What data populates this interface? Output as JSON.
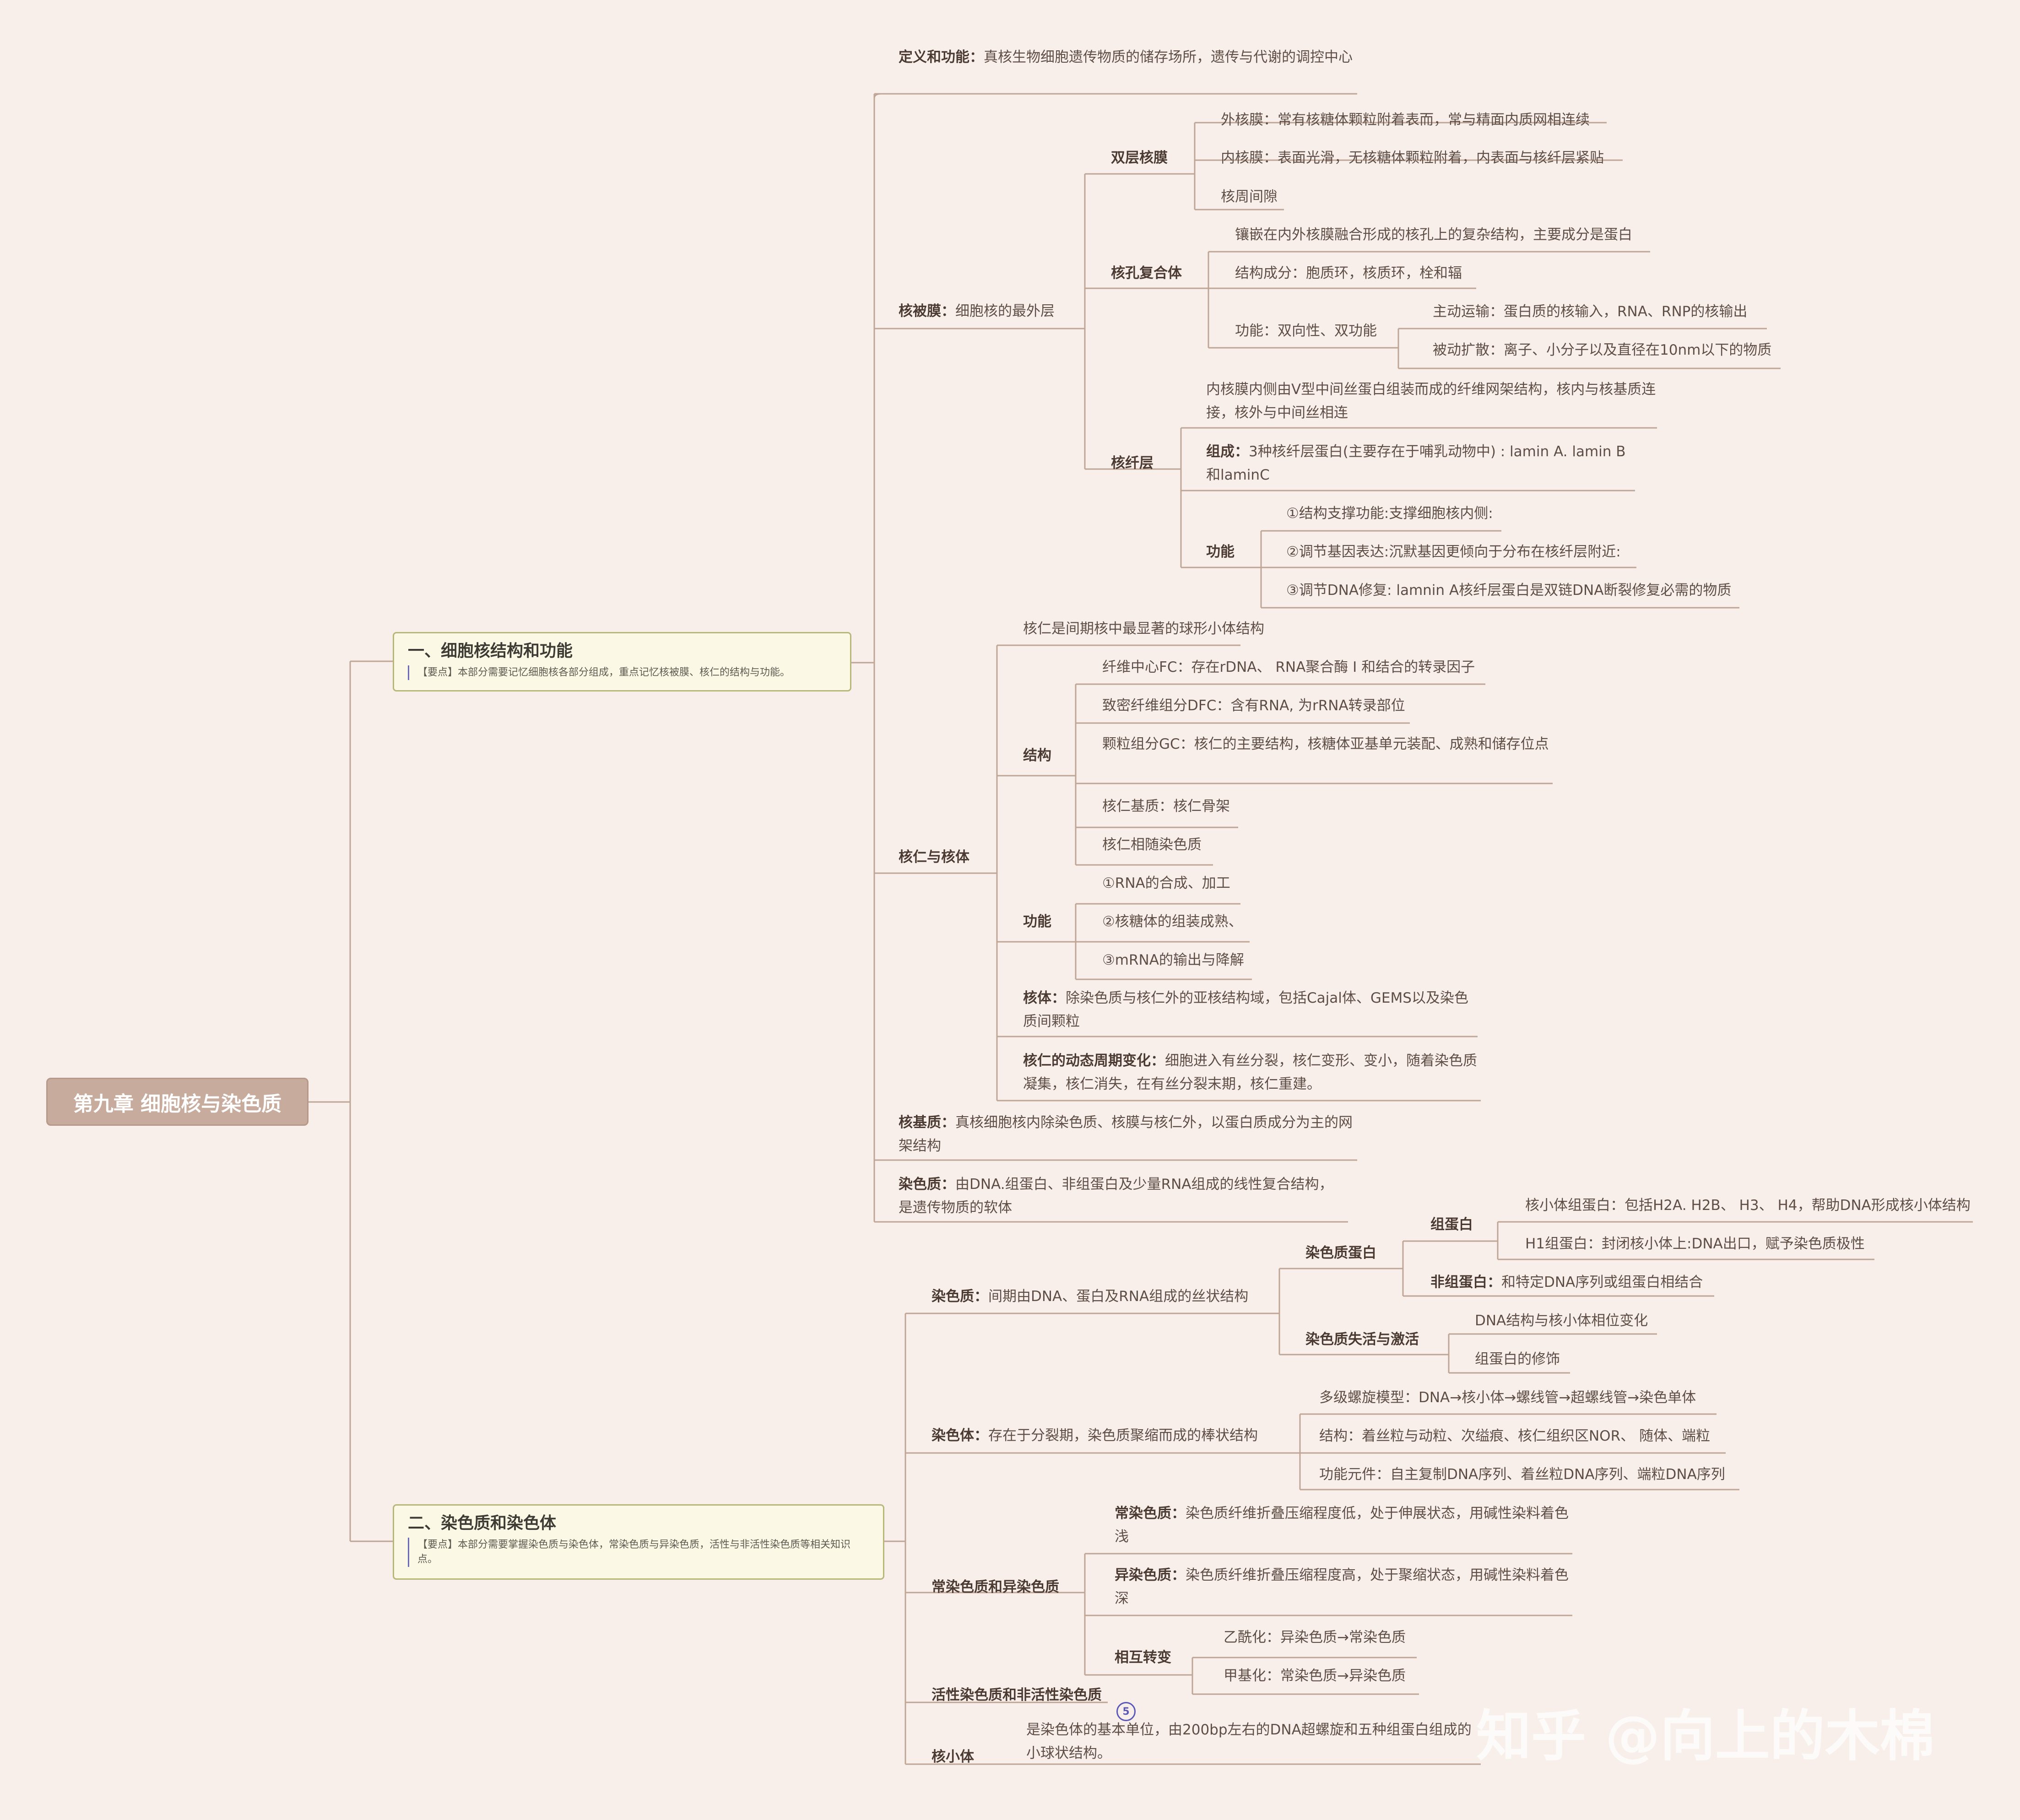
{
  "root": {
    "title": "第九章 细胞核与染色质"
  },
  "sections": [
    {
      "title": "一、细胞核结构和功能",
      "note": "【要点】本部分需要记忆细胞核各部分组成，重点记忆核被膜、核仁的结构与功能。"
    },
    {
      "title": "二、染色质和染色体",
      "note": "【要点】本部分需要掌握染色质与染色体，常染色质与异染色质，活性与非活性染色质等相关知识点。"
    }
  ],
  "nodes": {
    "n1": {
      "label": "定义和功能：",
      "text": "真核生物细胞遗传物质的储存场所，遗传与代谢的调控中心"
    },
    "n2": {
      "label": "核被膜：",
      "text": "细胞核的最外层"
    },
    "n3": {
      "label": "双层核膜"
    },
    "n4": {
      "text": "外核膜：常有核糖体颗粒附着表而，常与精面内质网相连续"
    },
    "n5": {
      "text": "内核膜：表面光滑，无核糖体颗粒附着，内表面与核纤层紧贴"
    },
    "n6": {
      "text": "核周间隙"
    },
    "n7": {
      "label": "核孔复合体"
    },
    "n8": {
      "text": "镶嵌在内外核膜融合形成的核孔上的复杂结构，主要成分是蛋白"
    },
    "n9": {
      "text": "结构成分：胞质环，核质环，栓和辐"
    },
    "n10": {
      "text": "功能：双向性、双功能"
    },
    "n11": {
      "text": "主动运输：蛋白质的核输入，RNA、RNP的核输出"
    },
    "n12": {
      "text": "被动扩散：离子、小分子以及直径在10nm以下的物质"
    },
    "n13": {
      "label": "核纤层"
    },
    "n14": {
      "text": "内核膜内侧由V型中间丝蛋白组装而成的纤维网架结构，核内与核基质连接，核外与中间丝相连"
    },
    "n15": {
      "label": "组成：",
      "text": "3种核纤层蛋白(主要存在于哺乳动物中) : lamin A. lamin B和laminC"
    },
    "n16": {
      "label": "功能"
    },
    "n17": {
      "text": "①结构支撑功能:支撑细胞核内侧:"
    },
    "n18": {
      "text": "②调节基因表达:沉默基因更倾向于分布在核纤层附近:"
    },
    "n19": {
      "text": "③调节DNA修复: lamnin A核纤层蛋白是双链DNA断裂修复必需的物质"
    },
    "n20": {
      "label": "核仁与核体"
    },
    "n21": {
      "text": "核仁是间期核中最显著的球形小体结构"
    },
    "n22": {
      "label": "结构"
    },
    "n23": {
      "text": "纤维中心FC：存在rDNA、 RNA聚合酶 I 和结合的转录因子"
    },
    "n24": {
      "text": "致密纤维组分DFC：含有RNA, 为rRNA转录部位"
    },
    "n25": {
      "text": "颗粒组分GC：核仁的主要结构，核糖体亚基单元装配、成熟和储存位点"
    },
    "n26": {
      "text": "核仁基质：核仁骨架"
    },
    "n27": {
      "text": "核仁相随染色质"
    },
    "n28": {
      "label": "功能"
    },
    "n29": {
      "text": "①RNA的合成、加工"
    },
    "n30": {
      "text": "②核糖体的组装成熟、"
    },
    "n31": {
      "text": "③mRNA的输出与降解"
    },
    "n32": {
      "label": "核体：",
      "text": "除染色质与核仁外的亚核结构域，包括Cajal体、GEMS以及染色质间颗粒"
    },
    "n33": {
      "label": "核仁的动态周期变化：",
      "text": "细胞进入有丝分裂，核仁变形、变小，随着染色质凝集，核仁消失，在有丝分裂末期，核仁重建。"
    },
    "n34": {
      "label": "核基质：",
      "text": "真核细胞核内除染色质、核膜与核仁外，以蛋白质成分为主的网架结构"
    },
    "n35": {
      "label": "染色质：",
      "text": "由DNA.组蛋白、非组蛋白及少量RNA组成的线性复合结构，是遗传物质的软体"
    },
    "m1": {
      "label": "染色质：",
      "text": "间期由DNA、蛋白及RNA组成的丝状结构"
    },
    "m2": {
      "label": "染色质蛋白"
    },
    "m3": {
      "label": "组蛋白"
    },
    "m4": {
      "text": "核小体组蛋白：包括H2A. H2B、 H3、 H4，帮助DNA形成核小体结构"
    },
    "m5": {
      "text": "H1组蛋白：封闭核小体上:DNA出口，赋予染色质极性"
    },
    "m6": {
      "label": "非组蛋白：",
      "text": "和特定DNA序列或组蛋白相结合"
    },
    "m7": {
      "label": "染色质失活与激活"
    },
    "m8": {
      "text": "DNA结构与核小体相位变化"
    },
    "m9": {
      "text": "组蛋白的修饰"
    },
    "m10": {
      "label": "染色体：",
      "text": "存在于分裂期，染色质聚缩而成的棒状结构"
    },
    "m11": {
      "text": "多级螺旋模型：DNA→核小体→螺线管→超螺线管→染色单体"
    },
    "m12": {
      "text": "结构：着丝粒与动粒、次缢痕、核仁组织区NOR、 随体、端粒"
    },
    "m13": {
      "text": "功能元件：自主复制DNA序列、着丝粒DNA序列、端粒DNA序列"
    },
    "m14": {
      "label": "常染色质和异染色质"
    },
    "m15": {
      "label": "常染色质：",
      "text": "染色质纤维折叠压缩程度低，处于伸展状态，用碱性染料着色浅"
    },
    "m16": {
      "label": "异染色质：",
      "text": "染色质纤维折叠压缩程度高，处于聚缩状态，用碱性染料着色深"
    },
    "m17": {
      "label": "相互转变"
    },
    "m18": {
      "text": "乙酰化：异染色质→常染色质"
    },
    "m19": {
      "text": "甲基化：常染色质→异染色质"
    },
    "m20": {
      "label": "活性染色质和非活性染色质"
    },
    "m21": {
      "label": "核小体"
    },
    "m22": {
      "text": "是染色体的基本单位，由200bp左右的DNA超螺旋和五种组蛋白组成的小球状结构。"
    }
  },
  "badge": {
    "count": "5"
  },
  "watermark": {
    "text": "知乎 @向上的木棉"
  }
}
